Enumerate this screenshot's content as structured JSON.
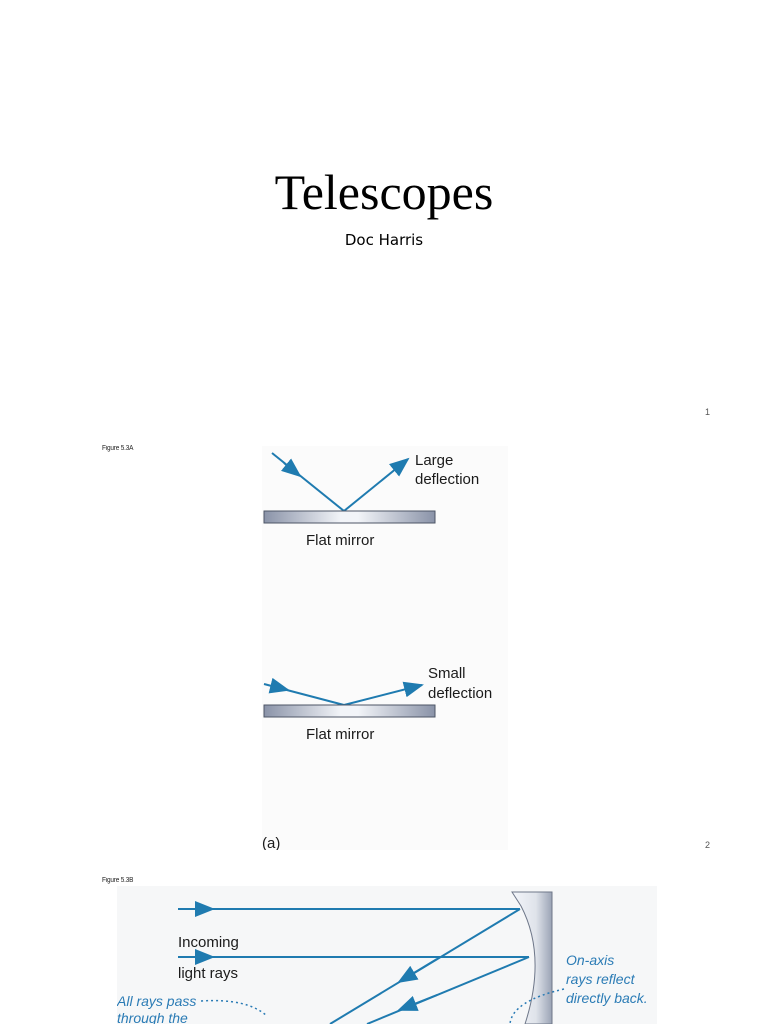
{
  "slide1": {
    "title": "Telescopes",
    "author": "Doc Harris",
    "page": "1"
  },
  "slide2": {
    "figure_label": "Figure 5.3A",
    "top_label_line1": "Large",
    "top_label_line2": "deflection",
    "top_mirror": "Flat mirror",
    "bottom_label_line1": "Small",
    "bottom_label_line2": "deflection",
    "bottom_mirror": "Flat mirror",
    "panel": "(a)",
    "page": "2"
  },
  "slide3": {
    "figure_label": "Figure 5.3B",
    "incoming_line1": "Incoming",
    "incoming_line2": "light rays",
    "onaxis_line1": "On-axis",
    "onaxis_line2": "rays reflect",
    "onaxis_line3": "directly back.",
    "allrays_line1": "All rays pass",
    "allrays_line2": "through the"
  },
  "colors": {
    "ray": "#1f7bb0",
    "mirror_light": "#f2f4f8",
    "mirror_dark": "#8a93a8",
    "note": "#2a7bb5"
  }
}
